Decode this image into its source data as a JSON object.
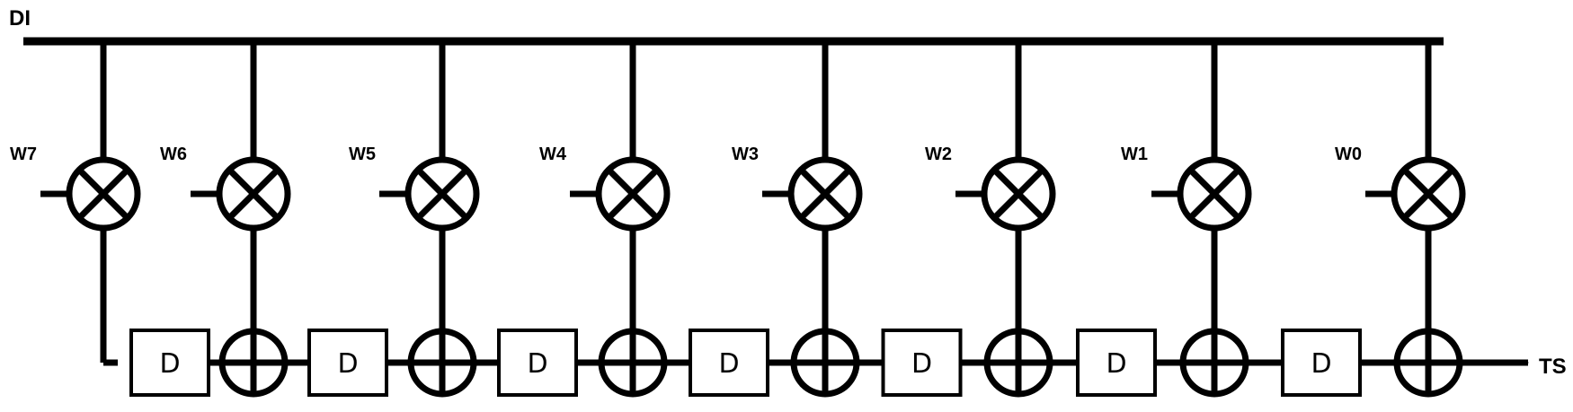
{
  "diagram": {
    "input_label": "DI",
    "output_label": "TS",
    "delay_label": "D",
    "weights": [
      "W7",
      "W6",
      "W5",
      "W4",
      "W3",
      "W2",
      "W1",
      "W0"
    ],
    "delay_count": 7,
    "multiplier_icon": "circle-times-icon",
    "adder_icon": "circle-plus-icon"
  }
}
